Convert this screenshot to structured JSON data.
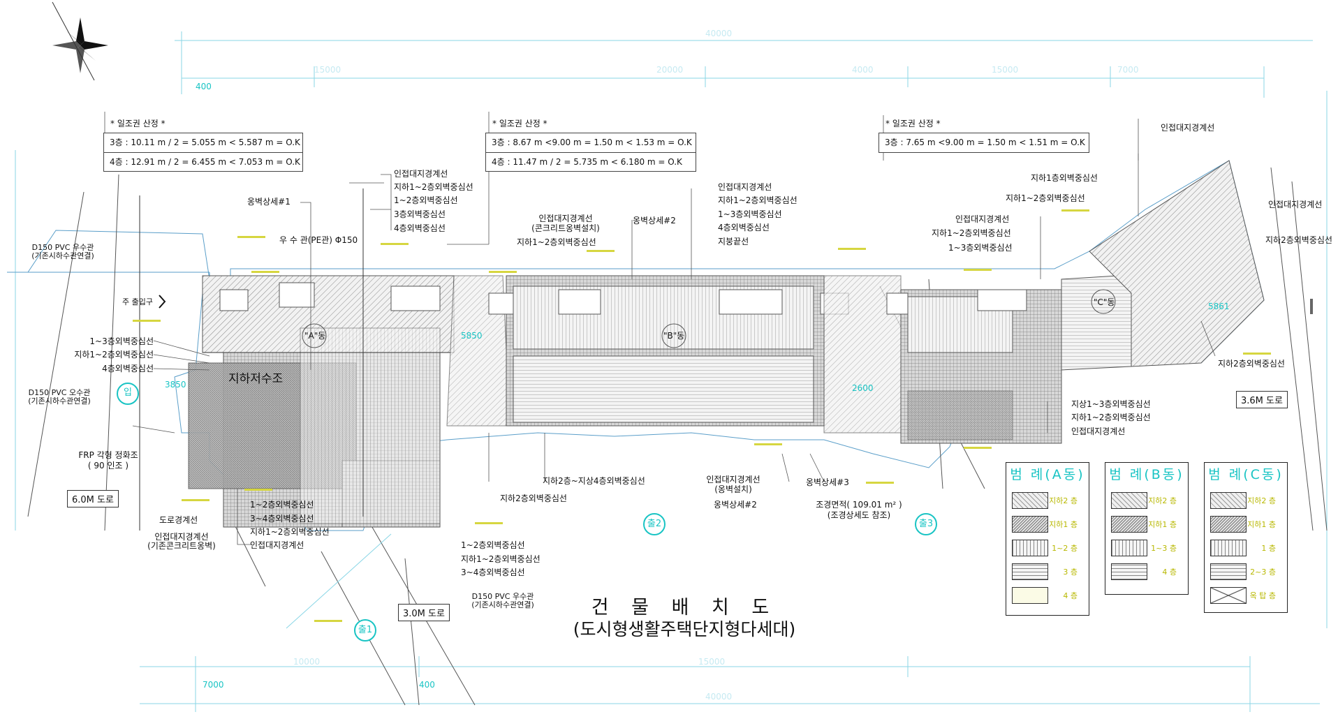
{
  "drawing": {
    "title": "건 물 배 치 도",
    "subtitle": "(도시형생활주택단지형다세대)"
  },
  "shadow_calc": [
    {
      "heading": "* 일조권 산정 *",
      "rows": [
        "3층 : 10.11 m / 2 =  5.055 m < 5.587 m = O.K",
        "4층 : 12.91 m / 2 =  6.455 m < 7.053 m = O.K"
      ]
    },
    {
      "heading": "* 일조권 산정 *",
      "rows": [
        "3층 : 8.67 m <9.00 m = 1.50 m < 1.53 m = O.K",
        "4층 : 11.47 m / 2 =  5.735 m < 6.180 m = O.K"
      ]
    },
    {
      "heading": "* 일조권 산정 *",
      "rows": [
        "3층 : 7.65 m <9.00 m = 1.50 m < 1.51 m = O.K"
      ]
    }
  ],
  "roads": [
    "6.0M 도로",
    "3.0M 도로",
    "3.6M 도로"
  ],
  "buildings": {
    "a": "\"A\"동",
    "b": "\"B\"동",
    "c": "\"C\"동",
    "tank": "지하저수조"
  },
  "markers": {
    "gate1": "출1",
    "gate2": "출2",
    "gate3": "출3",
    "main": "입"
  },
  "labels": {
    "yongbyeok1": "옹벽상세#1",
    "rainpipe": "우 수 관(PE관) Φ150",
    "a_top": [
      "인접대지경계선",
      "지하1~2층외벽중심선",
      "1~2층외벽중심선",
      "3층외벽중심선",
      "4층외벽중심선"
    ],
    "d150_top_1": "D150 PVC 우수관",
    "d150_top_2": "(기존시하수관연결)",
    "main_entrance": "주 출입구",
    "a_left": [
      "1~3층외벽중심선",
      "지하1~2층외벽중심선",
      "4층외벽중심선"
    ],
    "d150_left_1": "D150 PVC 오수관",
    "d150_left_2": "(기존시하수관연결)",
    "frp_1": "FRP 각형 정화조",
    "frp_2": "( 90 인조 )",
    "road_boundary": "도로경계선",
    "adj_concrete_1": "인접대지경계선",
    "adj_concrete_2": "(기존콘크리트옹벽)",
    "a_bottom": [
      "1~2층외벽중심선",
      "3~4층외벽중심선",
      "지하1~2층외벽중심선",
      "인접대지경계선"
    ],
    "a_bottom2": [
      "1~2층외벽중심선",
      "지하1~2층외벽중심선",
      "3~4층외벽중심선"
    ],
    "d150_bottom_1": "D150 PVC 우수관",
    "d150_bottom_2": "(기존시하수관연결)",
    "b_adj_1": "인접대지경계선",
    "b_adj_2": "(콘크리트옹벽설치)",
    "b_b12": "지하1~2층외벽중심선",
    "yongbyeok2": "옹벽상세#2",
    "b_top": [
      "인접대지경계선",
      "지하1~2층외벽중심선",
      "1~3층외벽중심선",
      "4층외벽중심선",
      "지붕끝선"
    ],
    "b_b2_4": "지하2층~지상4층외벽중심선",
    "b_b2": "지하2층외벽중심선",
    "b_adj_bottom_1": "인접대지경계선",
    "b_adj_bottom_2": "(옹벽설치)",
    "yongbyeok2b": "옹벽상세#2",
    "yongbyeok3": "옹벽상세#3",
    "landscape_1": "조경면적( 109.01 m² )",
    "landscape_2": "(조경상세도 참조)",
    "c_adj_top": "인접대지경계선",
    "c_b1": "지하1층외벽중심선",
    "c_b12": "지하1~2층외벽중심선",
    "c_left": [
      "인접대지경계선",
      "지하1~2층외벽중심선",
      "1~3층외벽중심선"
    ],
    "c_adj_right": "인접대지경계선",
    "c_b2_right": "지하2층외벽중심선",
    "c_b2_bottom": "지하2층외벽중심선",
    "c_bottom": [
      "지상1~3층외벽중심선",
      "지하1~2층외벽중심선",
      "인접대지경계선"
    ]
  },
  "legends": [
    {
      "title": "범 례(A동)",
      "items": [
        "지하2 층",
        "지하1 층",
        "1~2 층",
        "3 층",
        "4 층"
      ],
      "patterns": [
        "diag",
        "diag2",
        "vert",
        "horiz",
        "plain"
      ]
    },
    {
      "title": "범 례(B동)",
      "items": [
        "지하2 층",
        "지하1 층",
        "1~3 층",
        "4 층"
      ],
      "patterns": [
        "diag",
        "diag2",
        "vert",
        "horiz"
      ]
    },
    {
      "title": "범 례(C동)",
      "items": [
        "지하2 층",
        "지하1 층",
        "1 층",
        "2~3 층",
        "옥 탑 층"
      ],
      "patterns": [
        "diag",
        "diag2",
        "vert",
        "horiz",
        "cross"
      ]
    }
  ],
  "colors": {
    "accent": "#19c4c4",
    "dim_yellow": "#d6d640",
    "line": "#6ab8d8"
  }
}
